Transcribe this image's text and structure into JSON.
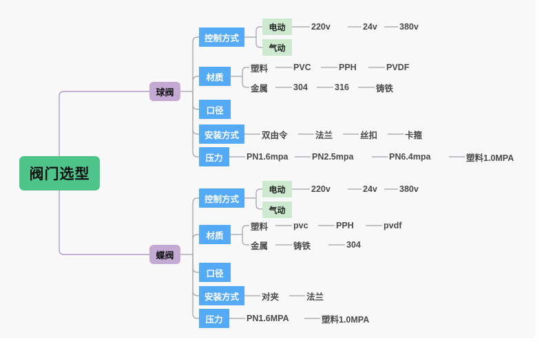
{
  "canvas": {
    "background": "#f8f8f8",
    "root_color": "#4ec38a",
    "branch_color": "#c3aad5",
    "topic_color": "#54aaf5",
    "mode_color": "#cde9cf",
    "line_color": "#9aa0a6",
    "root_line_color": "#b39ac8"
  },
  "root": {
    "label": "阀门选型"
  },
  "branches": [
    {
      "label": "球阀",
      "topics": [
        {
          "label": "控制方式",
          "modes": [
            {
              "label": "电动",
              "leaves": [
                "220v",
                "24v",
                "380v"
              ]
            },
            {
              "label": "气动",
              "leaves": []
            }
          ],
          "sublabels": [],
          "leaves": []
        },
        {
          "label": "材质",
          "modes": [],
          "sublabels": [
            {
              "label": "塑料",
              "leaves": [
                "PVC",
                "PPH",
                "PVDF"
              ]
            },
            {
              "label": "金属",
              "leaves": [
                "304",
                "316",
                "铸铁"
              ]
            }
          ],
          "leaves": []
        },
        {
          "label": "口径",
          "modes": [],
          "sublabels": [],
          "leaves": []
        },
        {
          "label": "安装方式",
          "modes": [],
          "sublabels": [],
          "leaves": [
            "双由令",
            "法兰",
            "丝扣",
            "卡箍"
          ]
        },
        {
          "label": "压力",
          "modes": [],
          "sublabels": [],
          "leaves": [
            "PN1.6mpa",
            "PN2.5mpa",
            "PN6.4mpa",
            "塑料1.0MPA"
          ]
        }
      ]
    },
    {
      "label": "蝶阀",
      "topics": [
        {
          "label": "控制方式",
          "modes": [
            {
              "label": "电动",
              "leaves": [
                "220v",
                "24v",
                "380v"
              ]
            },
            {
              "label": "气动",
              "leaves": []
            }
          ],
          "sublabels": [],
          "leaves": []
        },
        {
          "label": "材质",
          "modes": [],
          "sublabels": [
            {
              "label": "塑料",
              "leaves": [
                "pvc",
                "PPH",
                "pvdf"
              ]
            },
            {
              "label": "金属",
              "leaves": [
                "铸铁",
                "304"
              ]
            }
          ],
          "leaves": []
        },
        {
          "label": "口径",
          "modes": [],
          "sublabels": [],
          "leaves": []
        },
        {
          "label": "安装方式",
          "modes": [],
          "sublabels": [],
          "leaves": [
            "对夹",
            "法兰"
          ]
        },
        {
          "label": "压力",
          "modes": [],
          "sublabels": [],
          "leaves": [
            "PN1.6MPA",
            "塑料1.0MPA"
          ]
        }
      ]
    }
  ]
}
